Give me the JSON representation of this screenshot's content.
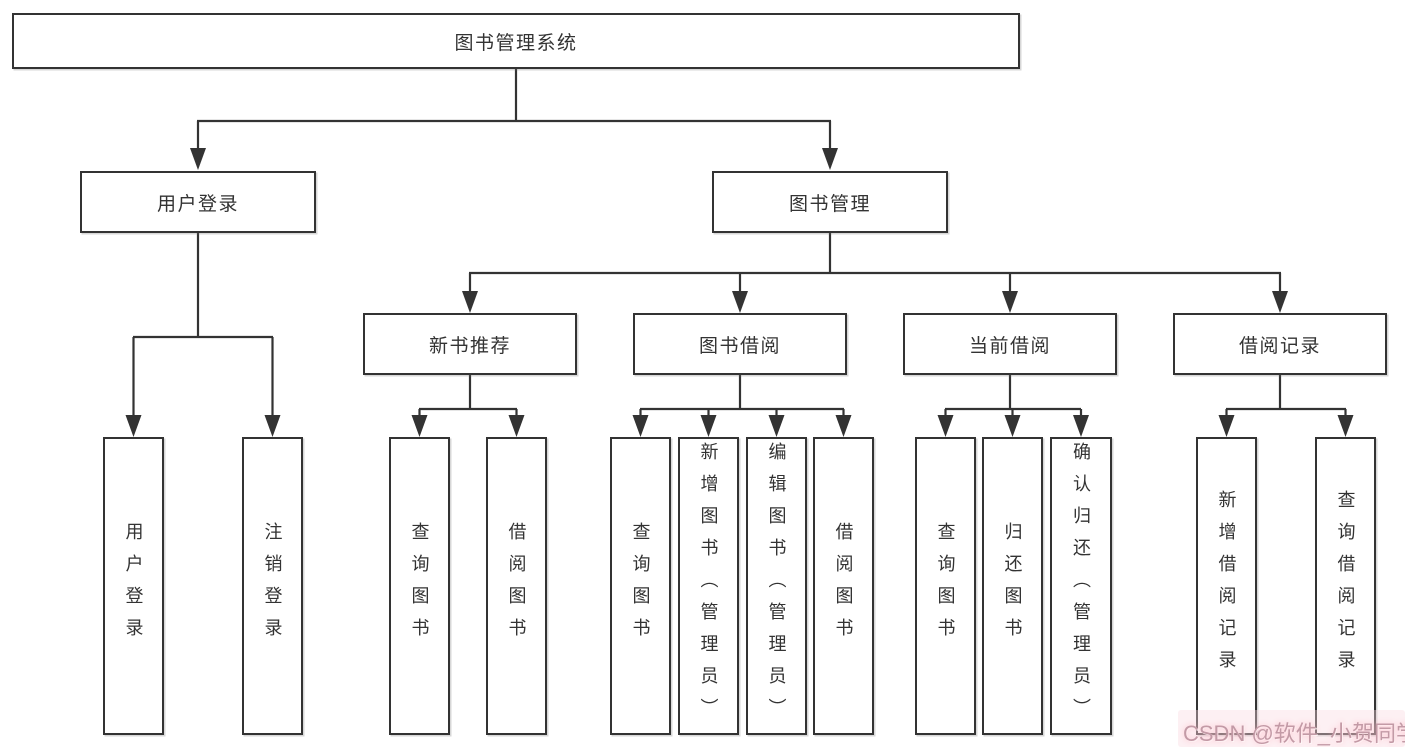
{
  "canvas": {
    "background": "#ffffff",
    "line_color": "#333333",
    "box_border_color": "#333333",
    "text_color": "#333333"
  },
  "diagram_type": "tree",
  "tree": {
    "label": "图书管理系统",
    "children": [
      {
        "label": "用户登录",
        "children": [
          {
            "label": "用户登录"
          },
          {
            "label": "注销登录"
          }
        ]
      },
      {
        "label": "图书管理",
        "children": [
          {
            "label": "新书推荐",
            "children": [
              {
                "label": "查询图书"
              },
              {
                "label": "借阅图书"
              }
            ]
          },
          {
            "label": "图书借阅",
            "children": [
              {
                "label": "查询图书"
              },
              {
                "label": "新增图书（管理员）"
              },
              {
                "label": "编辑图书（管理员）"
              },
              {
                "label": "借阅图书"
              }
            ]
          },
          {
            "label": "当前借阅",
            "children": [
              {
                "label": "查询图书"
              },
              {
                "label": "归还图书"
              },
              {
                "label": "确认归还（管理员）"
              }
            ]
          },
          {
            "label": "借阅记录",
            "children": [
              {
                "label": "新增借阅记录"
              },
              {
                "label": "查询借阅记录"
              }
            ]
          }
        ]
      }
    ]
  },
  "watermark": {
    "text": "CSDN @软件_小贺同学",
    "color": "#c39aa6"
  }
}
